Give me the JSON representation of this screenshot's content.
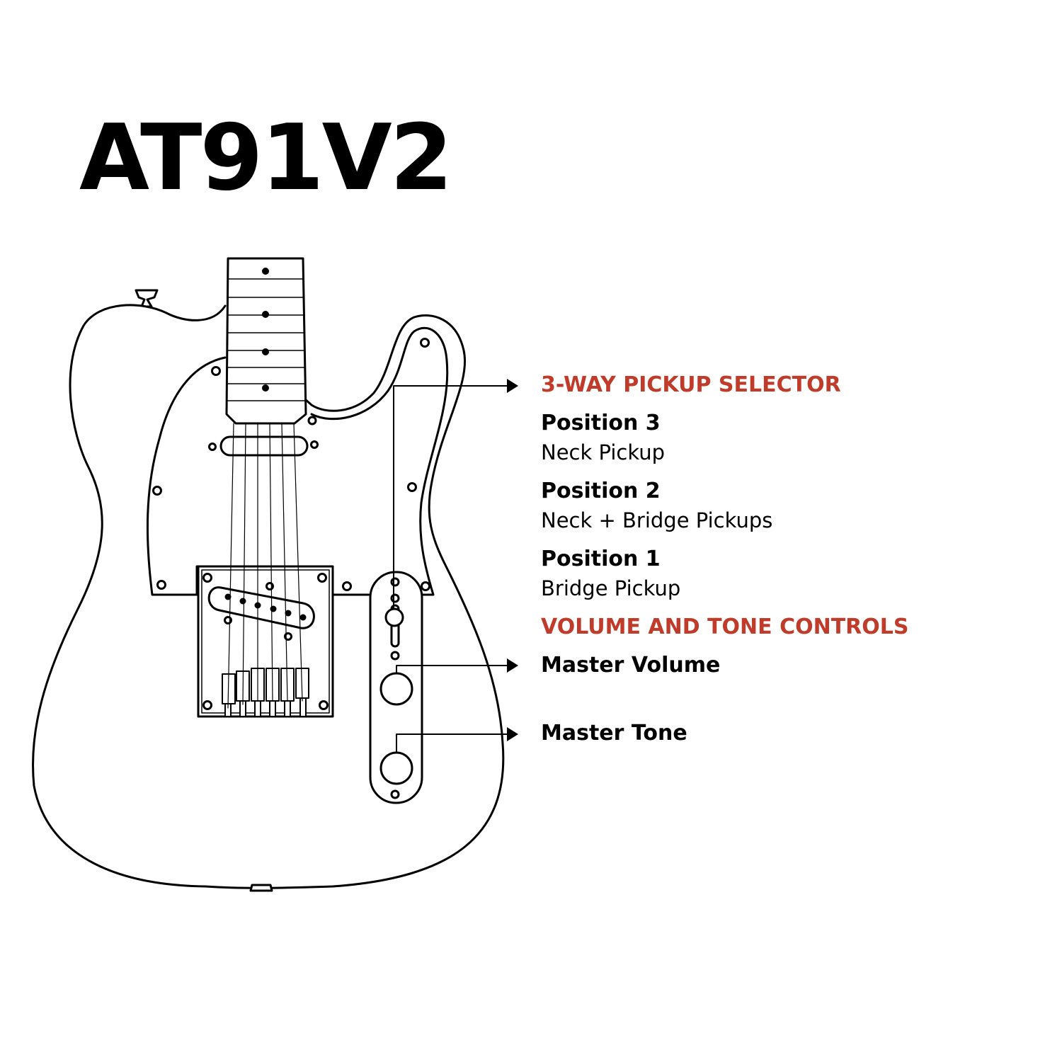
{
  "title": "AT91V2",
  "accent_color": "#c13b2b",
  "selector": {
    "heading": "3-WAY PICKUP SELECTOR",
    "positions": [
      {
        "label": "Position 3",
        "description": "Neck Pickup"
      },
      {
        "label": "Position 2",
        "description": "Neck + Bridge Pickups"
      },
      {
        "label": "Position 1",
        "description": "Bridge Pickup"
      }
    ]
  },
  "controls": {
    "heading": "VOLUME AND TONE CONTROLS",
    "volume": "Master Volume",
    "tone": "Master Tone"
  },
  "icons": [
    "guitar-body",
    "arrow-right-icon"
  ]
}
